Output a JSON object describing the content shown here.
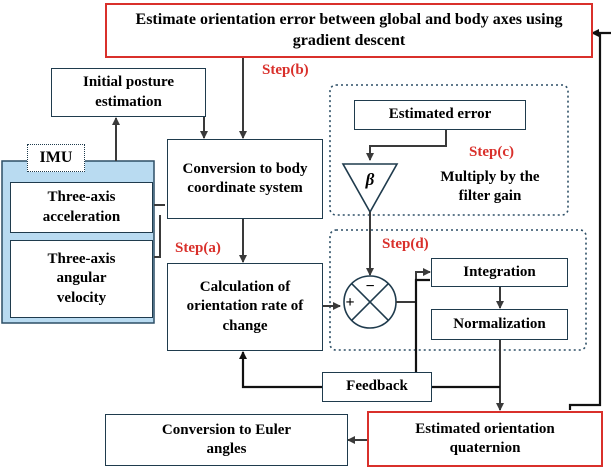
{
  "boxes": {
    "estimate_error_top": "Estimate orientation error between global and body axes using gradient descent",
    "initial_posture": "Initial posture estimation",
    "imu_label": "IMU",
    "acceleration": "Three-axis acceleration",
    "angular_velocity": "Three-axis angular velocity",
    "conversion_body": "Conversion to body coordinate system",
    "estimated_error": "Estimated error",
    "beta": "β",
    "multiply_gain": "Multiply by the filter gain",
    "calc_rate": "Calculation of orientation rate of change",
    "minus": "−",
    "plus": "+",
    "integration": "Integration",
    "normalization": "Normalization",
    "feedback": "Feedback",
    "euler": "Conversion to Euler angles",
    "quaternion": "Estimated orientation quaternion"
  },
  "steps": {
    "b": "Step(b)",
    "c": "Step(c)",
    "a": "Step(a)",
    "d": "Step(d)"
  },
  "colors": {
    "red_border": "#d9302b",
    "dark_border": "#1f3b4d",
    "imu_fill": "#b9dbf1",
    "imu_border": "#2d4f66"
  }
}
